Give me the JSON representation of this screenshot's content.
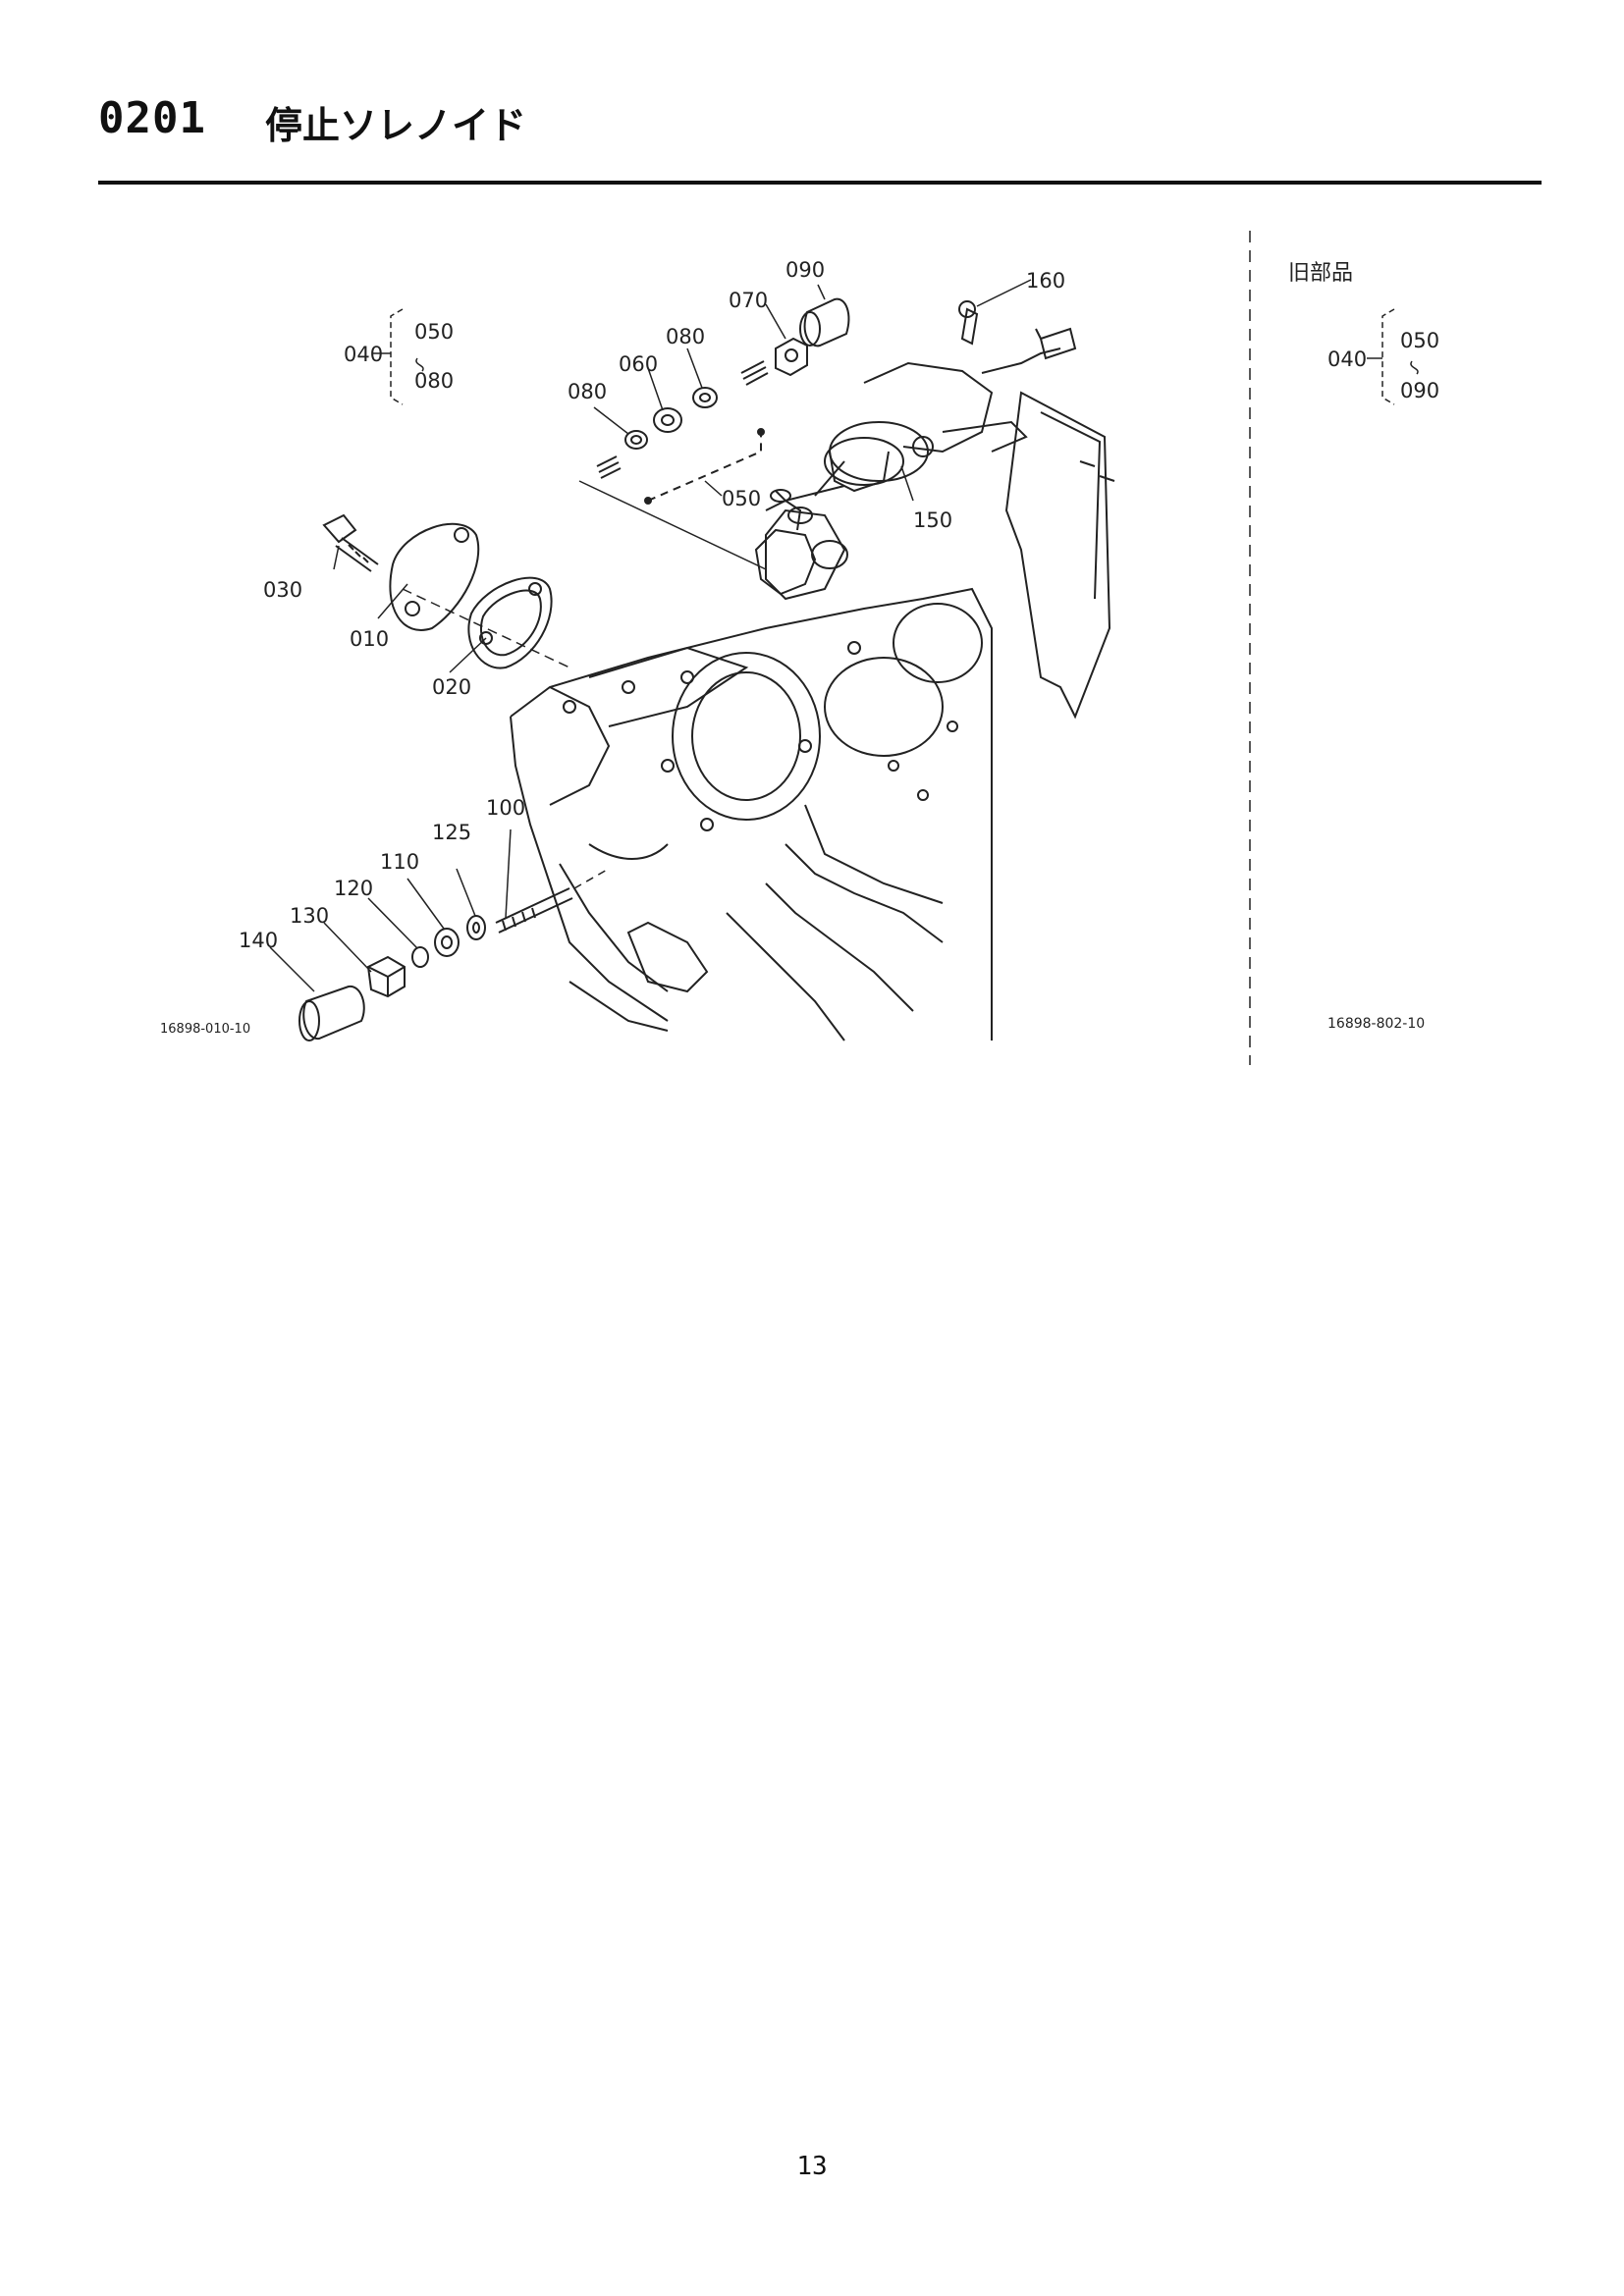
{
  "page": {
    "section_code": "0201",
    "section_title": "停止ソレノイド",
    "page_number": "13"
  },
  "diagram": {
    "figure_id": "16898-010-10",
    "group_040": {
      "label": "040",
      "from": "050",
      "to": "080"
    },
    "callouts": {
      "p010": "010",
      "p020": "020",
      "p030": "030",
      "p050": "050",
      "p060": "060",
      "p070": "070",
      "p080a": "080",
      "p080b": "080",
      "p090": "090",
      "p100": "100",
      "p110": "110",
      "p120": "120",
      "p125": "125",
      "p130": "130",
      "p140": "140",
      "p150": "150",
      "p160": "160"
    }
  },
  "old_parts": {
    "heading": "旧部品",
    "group_040": {
      "label": "040",
      "from": "050",
      "to": "090"
    },
    "figure_id": "16898-802-10"
  }
}
